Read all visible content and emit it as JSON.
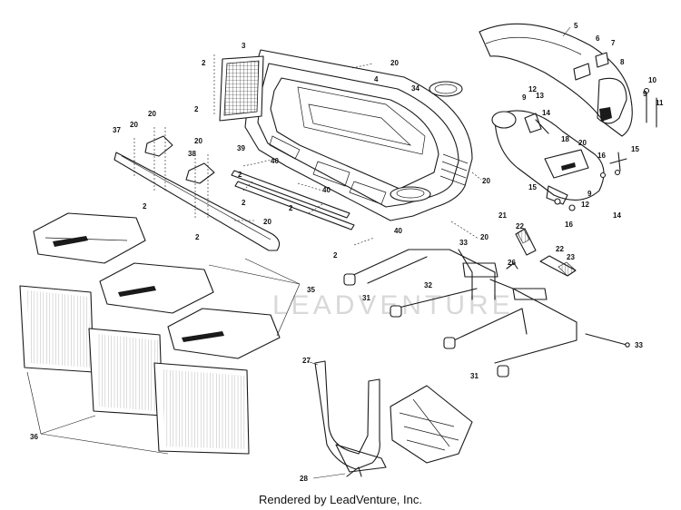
{
  "watermark": "LEADVENTURE",
  "footer": "Rendered by LeadVenture, Inc.",
  "callouts": [
    {
      "id": "c-2a",
      "label": "2"
    },
    {
      "id": "c-3",
      "label": "3"
    },
    {
      "id": "c-20a",
      "label": "20"
    },
    {
      "id": "c-4",
      "label": "4"
    },
    {
      "id": "c-34",
      "label": "34"
    },
    {
      "id": "c-5",
      "label": "5"
    },
    {
      "id": "c-6",
      "label": "6"
    },
    {
      "id": "c-7",
      "label": "7"
    },
    {
      "id": "c-8",
      "label": "8"
    },
    {
      "id": "c-10",
      "label": "10"
    },
    {
      "id": "c-9a",
      "label": "9"
    },
    {
      "id": "c-11",
      "label": "11"
    },
    {
      "id": "c-12a",
      "label": "12"
    },
    {
      "id": "c-13",
      "label": "13"
    },
    {
      "id": "c-9b",
      "label": "9"
    },
    {
      "id": "c-14a",
      "label": "14"
    },
    {
      "id": "c-2b",
      "label": "2"
    },
    {
      "id": "c-20b",
      "label": "20"
    },
    {
      "id": "c-37",
      "label": "37"
    },
    {
      "id": "c-20c",
      "label": "20"
    },
    {
      "id": "c-38",
      "label": "38"
    },
    {
      "id": "c-20d",
      "label": "20"
    },
    {
      "id": "c-39",
      "label": "39"
    },
    {
      "id": "c-40a",
      "label": "40"
    },
    {
      "id": "c-18",
      "label": "18"
    },
    {
      "id": "c-20e",
      "label": "20"
    },
    {
      "id": "c-15a",
      "label": "15"
    },
    {
      "id": "c-16a",
      "label": "16"
    },
    {
      "id": "c-20f",
      "label": "20"
    },
    {
      "id": "c-15b",
      "label": "15"
    },
    {
      "id": "c-9c",
      "label": "9"
    },
    {
      "id": "c-12b",
      "label": "12"
    },
    {
      "id": "c-16b",
      "label": "16"
    },
    {
      "id": "c-14b",
      "label": "14"
    },
    {
      "id": "c-2c",
      "label": "2"
    },
    {
      "id": "c-40b",
      "label": "40"
    },
    {
      "id": "c-2d",
      "label": "2"
    },
    {
      "id": "c-2e",
      "label": "2"
    },
    {
      "id": "c-20g",
      "label": "20"
    },
    {
      "id": "c-2f",
      "label": "2"
    },
    {
      "id": "c-40c",
      "label": "40"
    },
    {
      "id": "c-21",
      "label": "21"
    },
    {
      "id": "c-22a",
      "label": "22"
    },
    {
      "id": "c-33a",
      "label": "33"
    },
    {
      "id": "c-20h",
      "label": "20"
    },
    {
      "id": "c-2g",
      "label": "2"
    },
    {
      "id": "c-22b",
      "label": "22"
    },
    {
      "id": "c-23",
      "label": "23"
    },
    {
      "id": "c-26",
      "label": "26"
    },
    {
      "id": "c-35",
      "label": "35"
    },
    {
      "id": "c-31a",
      "label": "31"
    },
    {
      "id": "c-32",
      "label": "32"
    },
    {
      "id": "c-33b",
      "label": "33"
    },
    {
      "id": "c-31b",
      "label": "31"
    },
    {
      "id": "c-27",
      "label": "27"
    },
    {
      "id": "c-36",
      "label": "36"
    },
    {
      "id": "c-28",
      "label": "28"
    },
    {
      "id": "c-2h",
      "label": "2"
    }
  ]
}
